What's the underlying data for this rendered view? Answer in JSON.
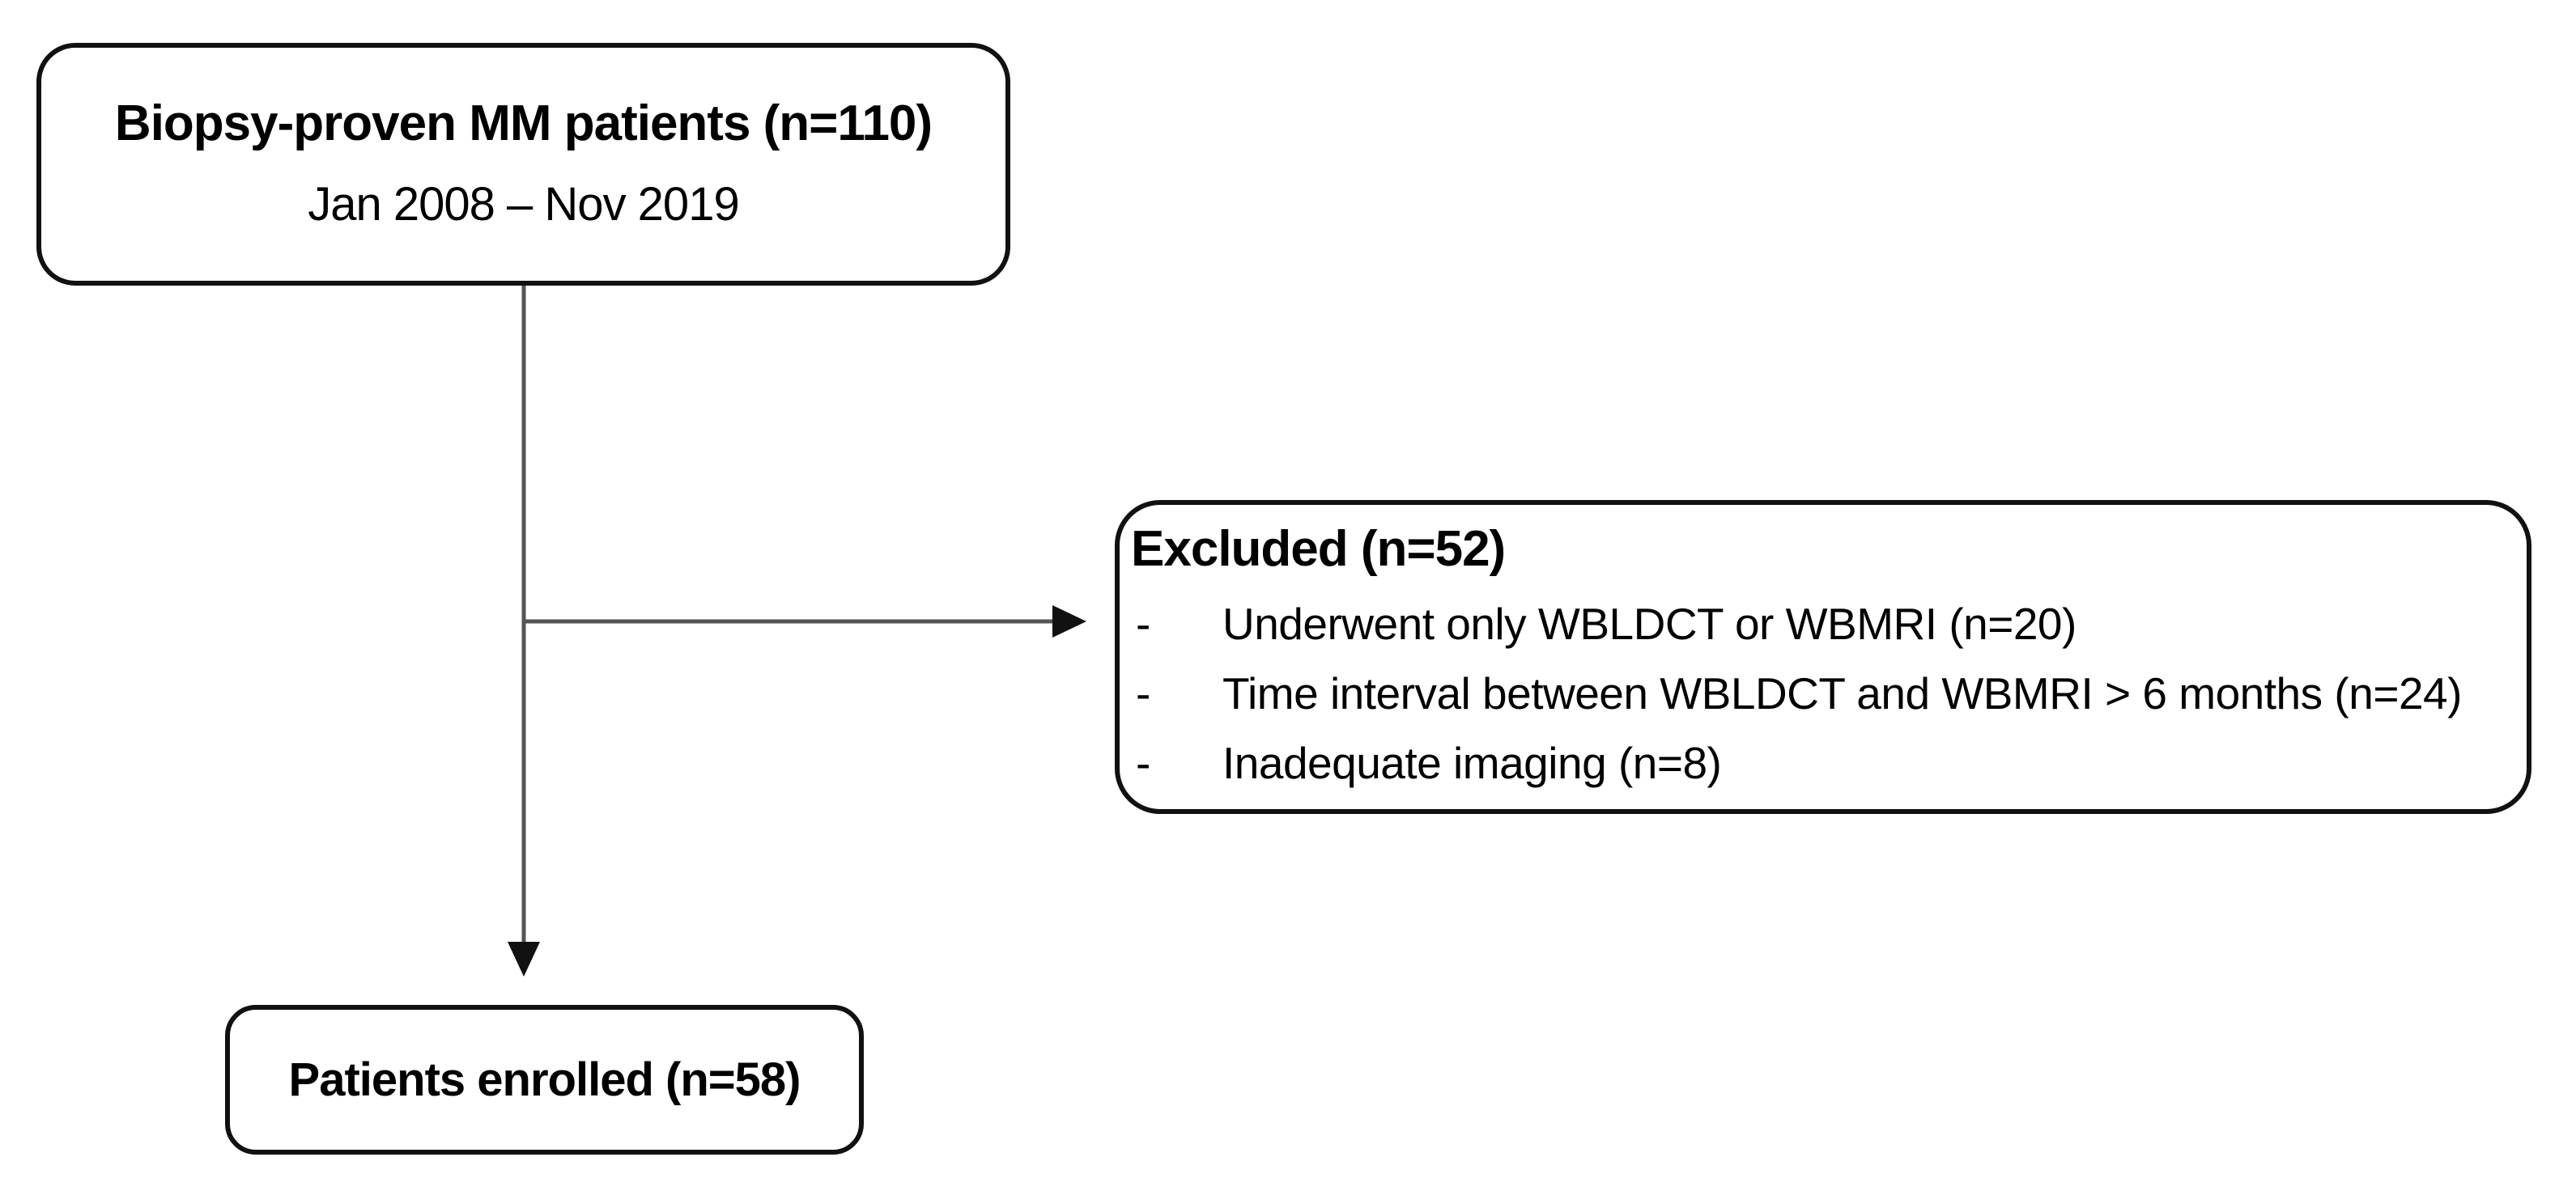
{
  "figure": {
    "type": "patient-flow-diagram",
    "nodes": {
      "patients": {
        "title": "Biopsy-proven MM patients (n=110)",
        "subtitle": "Jan 2008 – Nov 2019"
      },
      "excluded": {
        "title": "Excluded (n=52)",
        "bullet_marker": "-",
        "items": [
          "Underwent only WBLDCT or WBMRI (n=20)",
          "Time interval between WBLDCT and WBMRI > 6 months (n=24)",
          "Inadequate imaging (n=8)"
        ]
      },
      "enrolled": {
        "title": "Patients enrolled (n=58)"
      }
    },
    "colors": {
      "background": "#ffffff",
      "box_border": "#111111",
      "text": "#000000",
      "connector_line": "#555555",
      "arrowhead": "#111111"
    }
  }
}
